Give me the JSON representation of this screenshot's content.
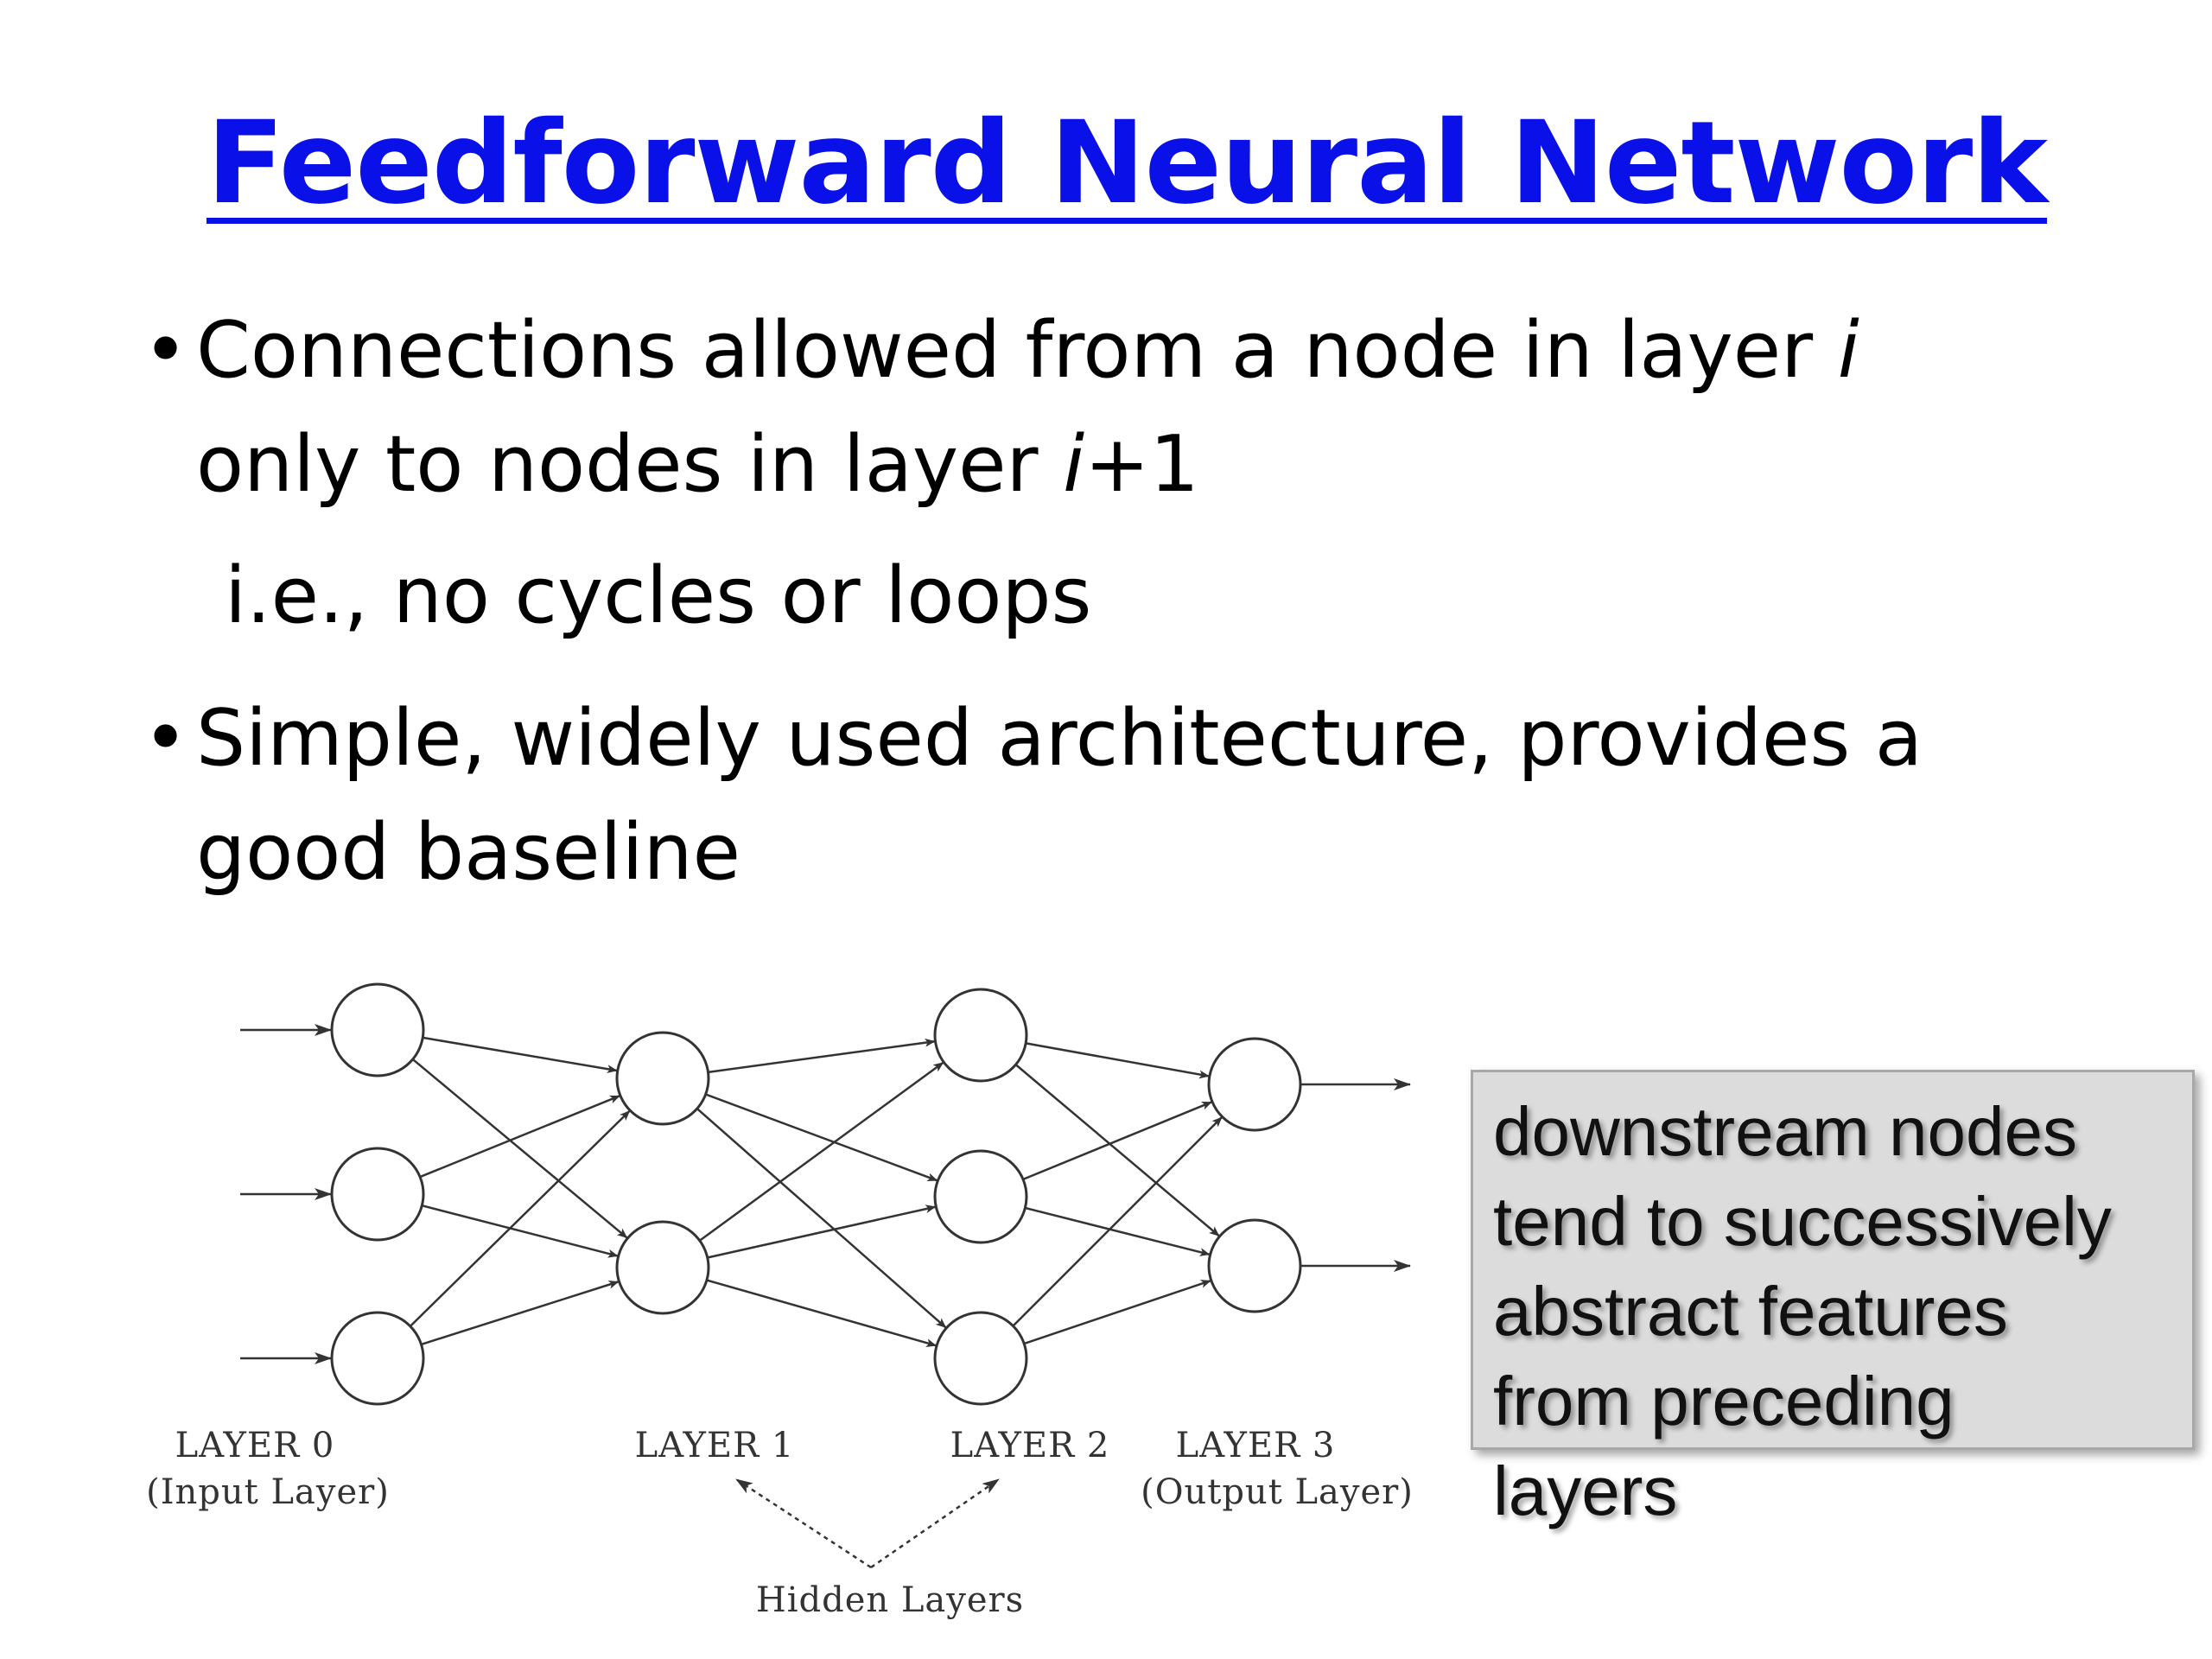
{
  "title": "Feedforward Neural Network",
  "bullets": [
    {
      "marker": "•",
      "lines": [
        [
          {
            "text": "Connections allowed from a node in layer "
          },
          {
            "text": "i",
            "italic": true
          }
        ],
        [
          {
            "text": "only to nodes in layer "
          },
          {
            "text": "i",
            "italic": true
          },
          {
            "text": "+1"
          }
        ]
      ]
    },
    {
      "marker": "•",
      "lines": [
        [
          {
            "text": "Simple, widely used architecture, provides a"
          }
        ],
        [
          {
            "text": "good baseline"
          }
        ]
      ]
    }
  ],
  "subpoint": "i.e., no cycles or loops",
  "diagram": {
    "layers": [
      {
        "id": "layer-0",
        "label": "LAYER 0",
        "sublabel": "(Input Layer)",
        "nodes": 3
      },
      {
        "id": "layer-1",
        "label": "LAYER 1",
        "sublabel": "",
        "nodes": 2
      },
      {
        "id": "layer-2",
        "label": "LAYER 2",
        "sublabel": "",
        "nodes": 3
      },
      {
        "id": "layer-3",
        "label": "LAYER 3",
        "sublabel": "(Output Layer)",
        "nodes": 2
      }
    ],
    "hidden_label": "Hidden Layers"
  },
  "callout": {
    "lines": [
      "downstream nodes",
      "tend to successively",
      "abstract features",
      "from preceding",
      "layers"
    ]
  },
  "colors": {
    "title": "#0a10e8",
    "text": "#000000",
    "callout_bg": "#dcdcdc"
  }
}
